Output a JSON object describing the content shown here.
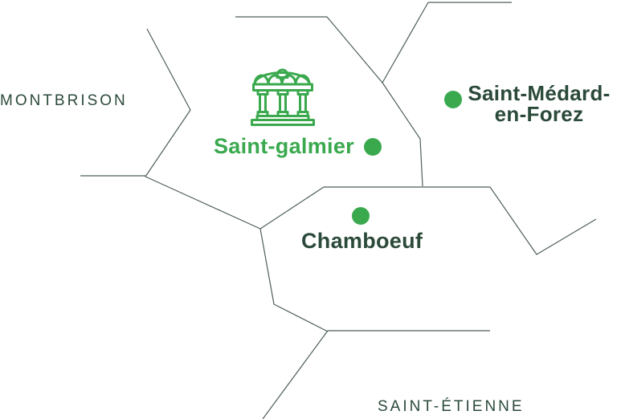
{
  "colors": {
    "accent_green": "#3aa94e",
    "dark_green": "#2b4a3a",
    "boundary_line": "#4e5f59",
    "background": "#ffffff"
  },
  "map": {
    "outer_labels": {
      "montbrison": "MONTBRISON",
      "saint_etienne": "SAINT-ÉTIENNE"
    },
    "towns": {
      "saint_galmier": {
        "name": "Saint-galmier",
        "icon": "bandstand-icon",
        "highlighted": true
      },
      "saint_medard": {
        "name_line1": "Saint-Médard-",
        "name_line2": "en-Forez"
      },
      "chamboeuf": {
        "name": "Chamboeuf"
      }
    }
  }
}
